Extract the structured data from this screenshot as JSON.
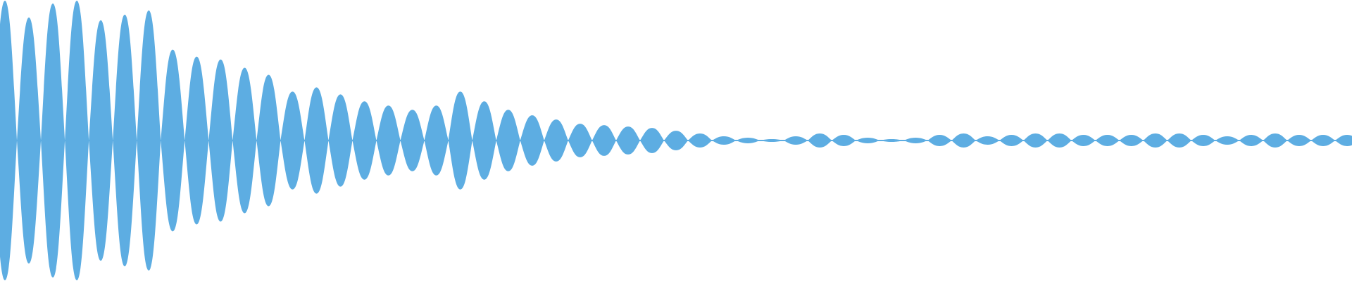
{
  "waveform": {
    "color": "#5DADE2",
    "background": "#ffffff",
    "total_lobes": 57,
    "peak_amplitudes": [
      1.0,
      0.88,
      0.98,
      1.0,
      0.86,
      0.9,
      0.93,
      0.65,
      0.6,
      0.58,
      0.52,
      0.47,
      0.35,
      0.38,
      0.33,
      0.28,
      0.25,
      0.22,
      0.25,
      0.35,
      0.28,
      0.22,
      0.18,
      0.15,
      0.12,
      0.11,
      0.1,
      0.09,
      0.07,
      0.05,
      0.03,
      0.02,
      0.01,
      0.03,
      0.05,
      0.04,
      0.02,
      0.01,
      0.02,
      0.04,
      0.05,
      0.03,
      0.04,
      0.05,
      0.05,
      0.04,
      0.04,
      0.04,
      0.05,
      0.05,
      0.04,
      0.03,
      0.04,
      0.05,
      0.04,
      0.04,
      0.04
    ]
  }
}
